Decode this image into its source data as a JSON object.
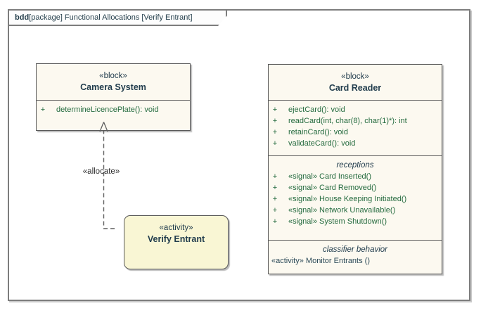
{
  "symbols": {
    "plus": "+"
  },
  "tab": {
    "keyword": "bdd",
    "title": "[package] Functional Allocations [Verify Entrant]"
  },
  "camera_block": {
    "stereotype": "«block»",
    "name": "Camera System",
    "operations": [
      "determineLicencePlate(): void"
    ]
  },
  "card_block": {
    "stereotype": "«block»",
    "name": "Card Reader",
    "operations": [
      "ejectCard(): void",
      "readCard(int, char(8), char(1)*): int",
      "retainCard(): void",
      "validateCard(): void"
    ],
    "receptions_label": "receptions",
    "receptions": [
      "«signal» Card Inserted()",
      "«signal» Card Removed()",
      "«signal» House Keeping Initiated()",
      "«signal» Network Unavailable()",
      "«signal» System Shutdown()"
    ],
    "behavior_label": "classifier behavior",
    "behavior": "«activity» Monitor Entrants ()"
  },
  "activity_node": {
    "stereotype": "«activity»",
    "name": "Verify Entrant"
  },
  "connector": {
    "label": "«allocate»"
  },
  "colors": {
    "block_fill": "#fcf9f0",
    "activity_fill": "#f9f6d4",
    "name_text": "#223d4d",
    "member_text": "#256b3f",
    "border": "#595959",
    "frame_border": "#7d7d7d"
  }
}
